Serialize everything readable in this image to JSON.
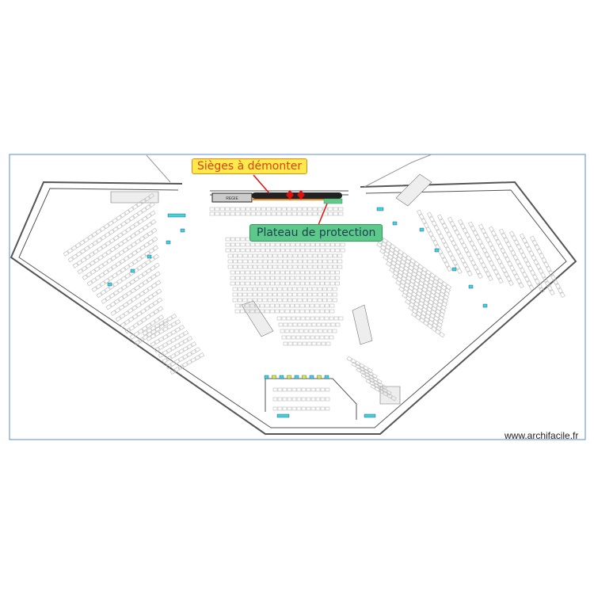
{
  "plan": {
    "callouts": {
      "seats_to_remove": "Sièges à démonter",
      "protection_platform": "Plateau de protection"
    },
    "control_room_label": "REGIE",
    "watermark": "www.archifacile.fr",
    "colors": {
      "frame": "#5b8fc7",
      "wall": "#555555",
      "seat": "#b9b9b9",
      "marker_cyan": "#3fd3de",
      "marker_yellow": "#d8ef3a",
      "marker_red": "#e01010",
      "protection": "#62c98a",
      "callout_yellow": "#ffe94d",
      "callout_green": "#5cc98a"
    }
  }
}
